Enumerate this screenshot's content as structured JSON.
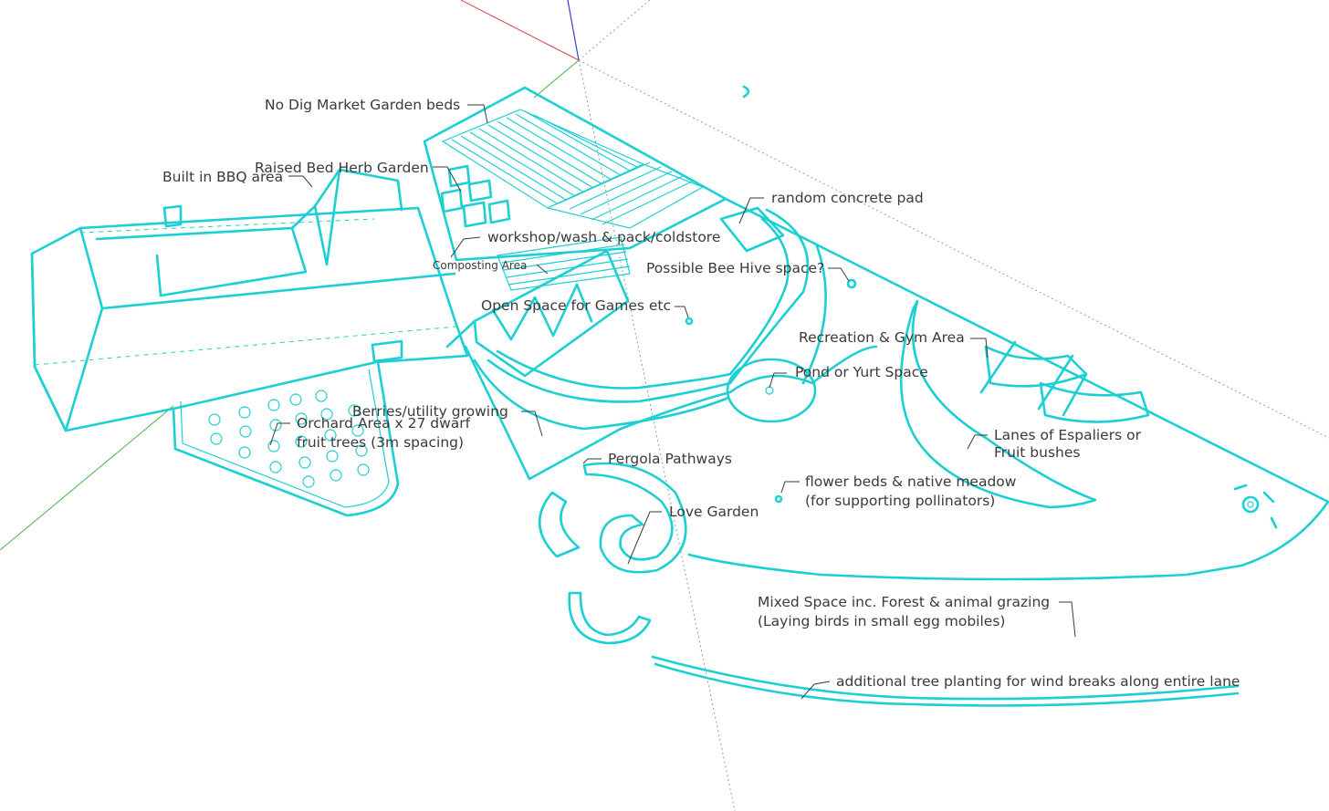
{
  "colors": {
    "plan_stroke": "#1ccfd3",
    "label_text": "#3a3a3a",
    "axis_red": "#d24b4b",
    "axis_green": "#46b046",
    "axis_blue": "#3d3dd0"
  },
  "labels": {
    "no_dig": "No Dig Market Garden beds",
    "raised_bed": "Raised Bed Herb Garden",
    "bbq": "Built in BBQ area",
    "concrete_pad": "random concrete pad",
    "workshop": "workshop/wash & pack/coldstore",
    "composting": "Composting Area",
    "bee_hive": "Possible Bee Hive space?",
    "games": "Open Space for Games etc",
    "recreation": "Recreation & Gym Area",
    "pond": "Pond or Yurt Space",
    "berries": "Berries/utility growing",
    "orchard_1": "Orchard Area x 27 dwarf",
    "orchard_2": "fruit trees (3m spacing)",
    "espaliers_1": "Lanes of Espaliers or",
    "espaliers_2": "Fruit bushes",
    "pergola": "Pergola Pathways",
    "flower_1": "flower beds & native meadow",
    "flower_2": "(for supporting pollinators)",
    "love": "Love Garden",
    "mixed_1": "Mixed Space inc. Forest & animal grazing",
    "mixed_2": "(Laying birds in small egg mobiles)",
    "tree_planting": "additional tree planting for wind breaks along entire lane"
  }
}
